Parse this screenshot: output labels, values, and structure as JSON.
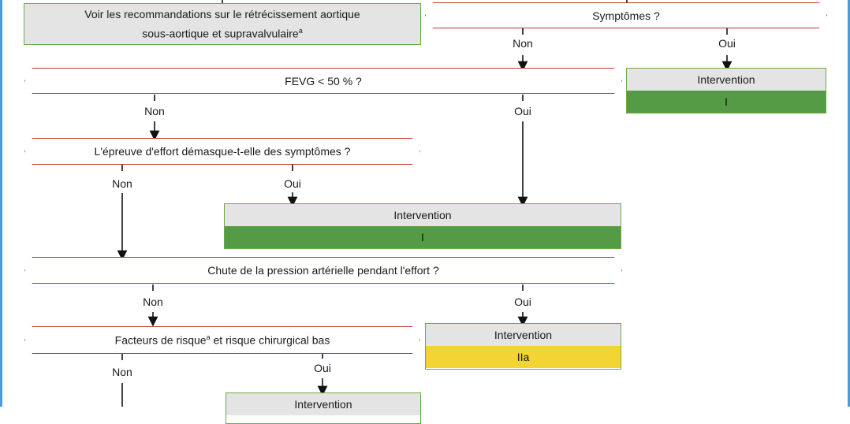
{
  "nodes": {
    "voir_reco": {
      "line1": "Voir les recommandations sur le rétrécissement aortique",
      "line2": "sous-aortique et supravalvulaire",
      "sup": "a"
    },
    "symptomes": "Symptômes ?",
    "fevg": "FEVG < 50 % ?",
    "epreuve": "L'épreuve d'effort démasque-t-elle des symptômes ?",
    "chute": "Chute de la pression artérielle pendant l'effort ?",
    "facteurs": {
      "pre": "Facteurs de risque",
      "sup": "a",
      "post": " et risque chirurgical bas"
    }
  },
  "interventions": {
    "int1": {
      "label": "Intervention",
      "class": "I",
      "color": "#559a45"
    },
    "int2": {
      "label": "Intervention",
      "class": "I",
      "color": "#559a45"
    },
    "int3": {
      "label": "Intervention",
      "class": "IIa",
      "color": "#f2d533"
    },
    "int4": {
      "label": "Intervention"
    }
  },
  "edge_labels": {
    "symp_non": "Non",
    "symp_oui": "Oui",
    "fevg_non": "Non",
    "fevg_oui": "Oui",
    "epr_non": "Non",
    "epr_oui": "Oui",
    "chute_non": "Non",
    "chute_oui": "Oui",
    "fact_non": "Non",
    "fact_oui": "Oui"
  },
  "colors": {
    "frame": "#4a9bd8",
    "question_border": "#c0392b",
    "box_border": "#6aab45",
    "class_I": "#559a45",
    "class_IIa": "#f2d533",
    "header_gray": "#e4e4e4"
  }
}
